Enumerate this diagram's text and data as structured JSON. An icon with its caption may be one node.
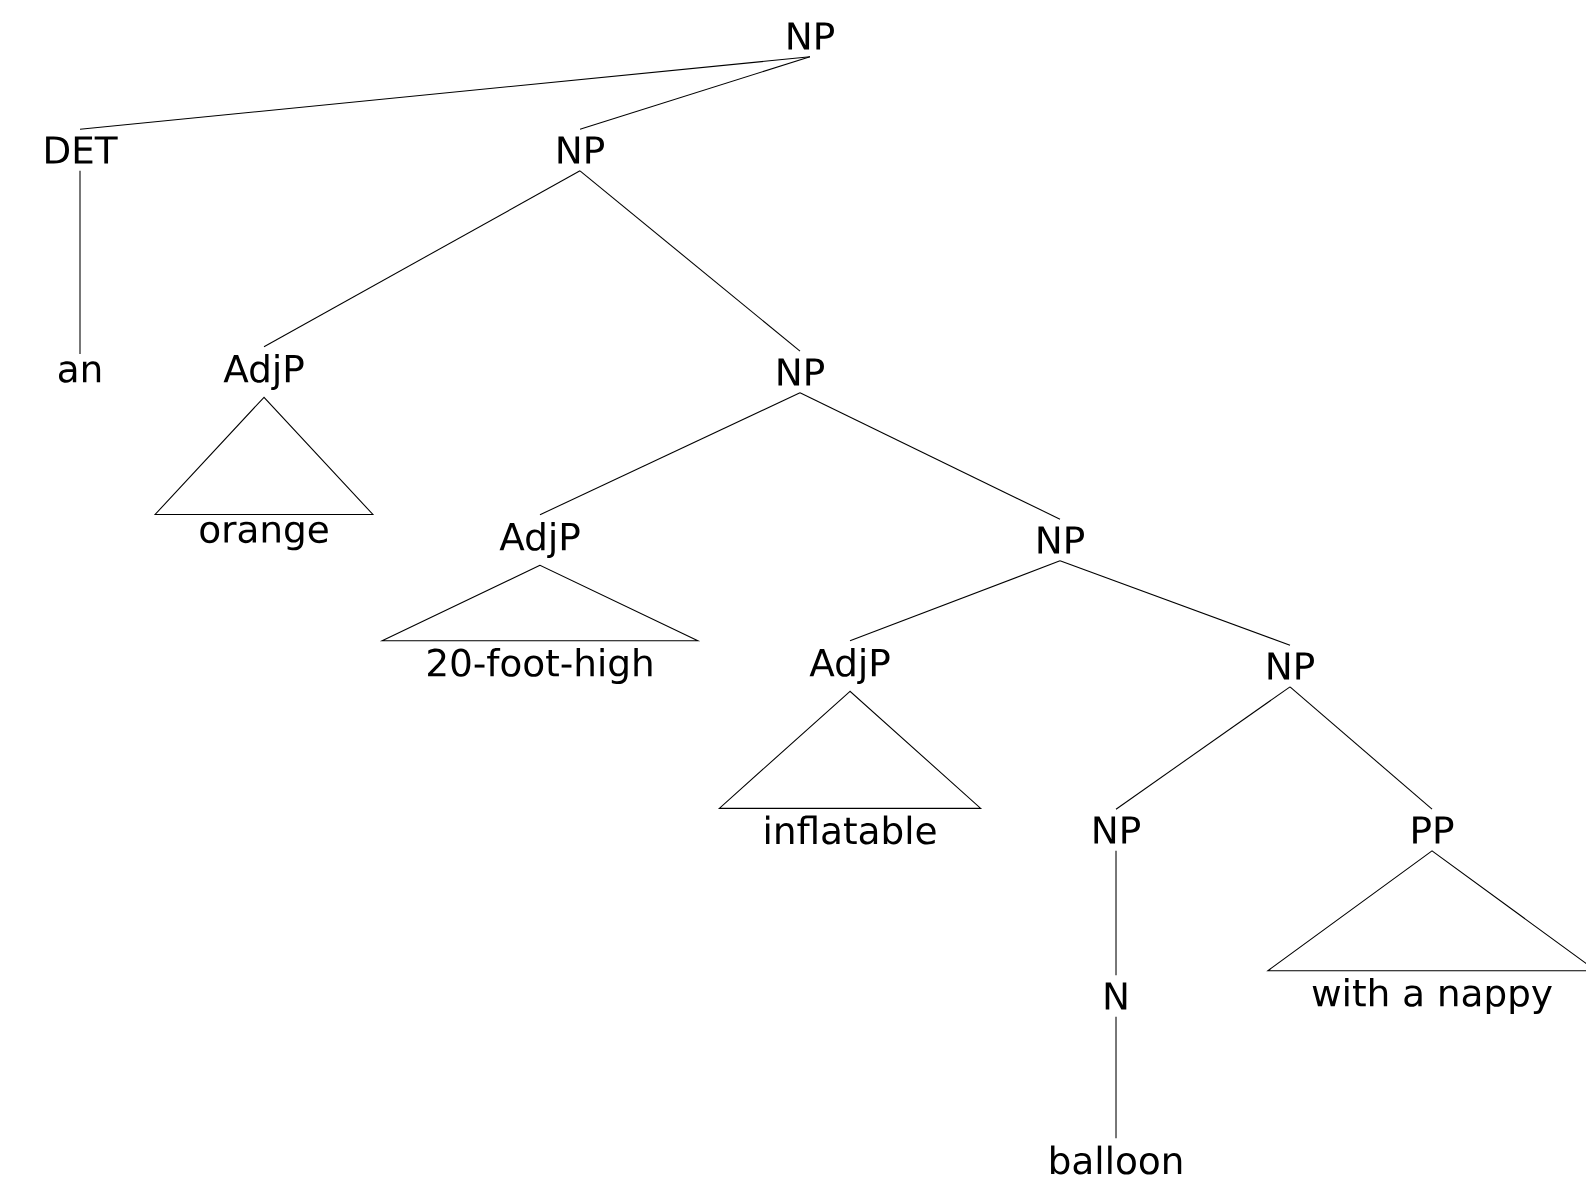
{
  "diagram": {
    "nodes": [
      {
        "text": [
          "NP"
        ]
      },
      {
        "text": [
          "DET"
        ]
      },
      {
        "text": [
          "NP"
        ]
      },
      {
        "text": [
          "an"
        ]
      },
      {
        "text": [
          "AdjP"
        ]
      },
      {
        "text": [
          "NP"
        ]
      },
      {
        "text": [
          "orange"
        ]
      },
      {
        "text": [
          "AdjP"
        ]
      },
      {
        "text": [
          "NP"
        ]
      },
      {
        "text": [
          "20-foot-high"
        ]
      },
      {
        "text": [
          "AdjP"
        ]
      },
      {
        "text": [
          "NP"
        ]
      },
      {
        "text": [
          "inflatable"
        ]
      },
      {
        "text": [
          "NP"
        ]
      },
      {
        "text": [
          "PP"
        ]
      },
      {
        "text": [
          "N"
        ]
      },
      {
        "text": [
          "with a nappy"
        ]
      },
      {
        "text": [
          "balloon"
        ]
      }
    ],
    "edges": [
      {
        "from": 0,
        "to": 1,
        "arrow": "none"
      },
      {
        "from": 0,
        "to": 2,
        "arrow": "none"
      },
      {
        "from": 1,
        "to": 3,
        "arrow": "none"
      },
      {
        "from": 2,
        "to": 4,
        "arrow": "none"
      },
      {
        "from": 2,
        "to": 5,
        "arrow": "none"
      },
      {
        "from": 4,
        "to": 6,
        "arrow": "none"
      },
      {
        "from": 5,
        "to": 7,
        "arrow": "none"
      },
      {
        "from": 5,
        "to": 8,
        "arrow": "none"
      },
      {
        "from": 7,
        "to": 9,
        "arrow": "none"
      },
      {
        "from": 8,
        "to": 10,
        "arrow": "none"
      },
      {
        "from": 8,
        "to": 11,
        "arrow": "none"
      },
      {
        "from": 10,
        "to": 12,
        "arrow": "none"
      },
      {
        "from": 11,
        "to": 13,
        "arrow": "none"
      },
      {
        "from": 11,
        "to": 14,
        "arrow": "none"
      },
      {
        "from": 13,
        "to": 15,
        "arrow": "none"
      },
      {
        "from": 14,
        "to": 16,
        "arrow": "none"
      },
      {
        "from": 15,
        "to": 17,
        "arrow": "none"
      }
    ]
  }
}
